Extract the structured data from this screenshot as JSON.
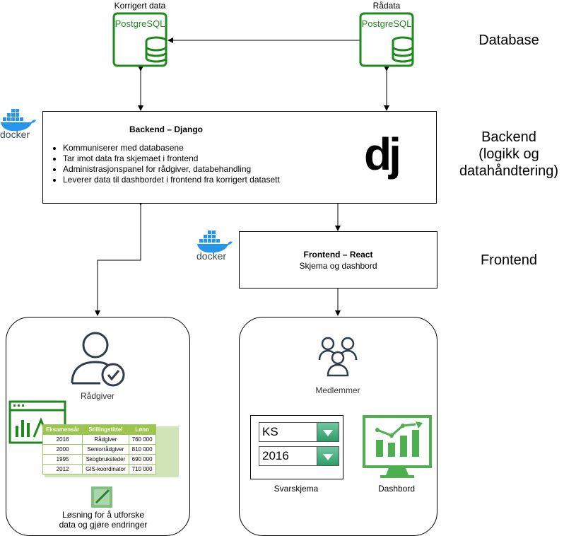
{
  "db": {
    "left_label": "Korrigert data",
    "right_label": "Rådata",
    "engine_text": "PostgreSQL"
  },
  "layers": {
    "database": "Database",
    "backend": "Backend\n(logikk og\ndatahåndtering)",
    "frontend": "Frontend"
  },
  "backend": {
    "title": "Backend – Django",
    "bullets": [
      "Kommuniserer med databasene",
      "Tar imot data fra skjemaet i frontend",
      "Administrasjonspanel for rådgiver, databehandling",
      "Leverer data til dashbordet i frontend fra korrigert datasett"
    ],
    "logo_text": "dj",
    "docker_text": "docker"
  },
  "frontend": {
    "title": "Frontend – React",
    "subtitle": "Skjema og dashbord",
    "docker_text": "docker"
  },
  "radgiver": {
    "label": "Rådgiver",
    "table": {
      "headers": [
        "Eksamensår",
        "Stillingstittel",
        "Lønn"
      ],
      "rows": [
        [
          "2016",
          "Rådgiver",
          "760 000"
        ],
        [
          "2000",
          "Seniorrådgiver",
          "810 000"
        ],
        [
          "1995",
          "Skogbruksleder",
          "690 000"
        ],
        [
          "2012",
          "GIS-koordinator",
          "710 000"
        ]
      ]
    },
    "caption": "Løsning for å utforske\ndata og gjøre endringer"
  },
  "medlemmer": {
    "label": "Medlemmer",
    "form_value_1": "KS",
    "form_value_2": "2016",
    "form_label": "Svarskjema",
    "dashboard_label": "Dashbord"
  },
  "colors": {
    "green": "#1e8a1e",
    "docker_blue": "#2496ed",
    "icon_dark": "#2f3d4a"
  }
}
